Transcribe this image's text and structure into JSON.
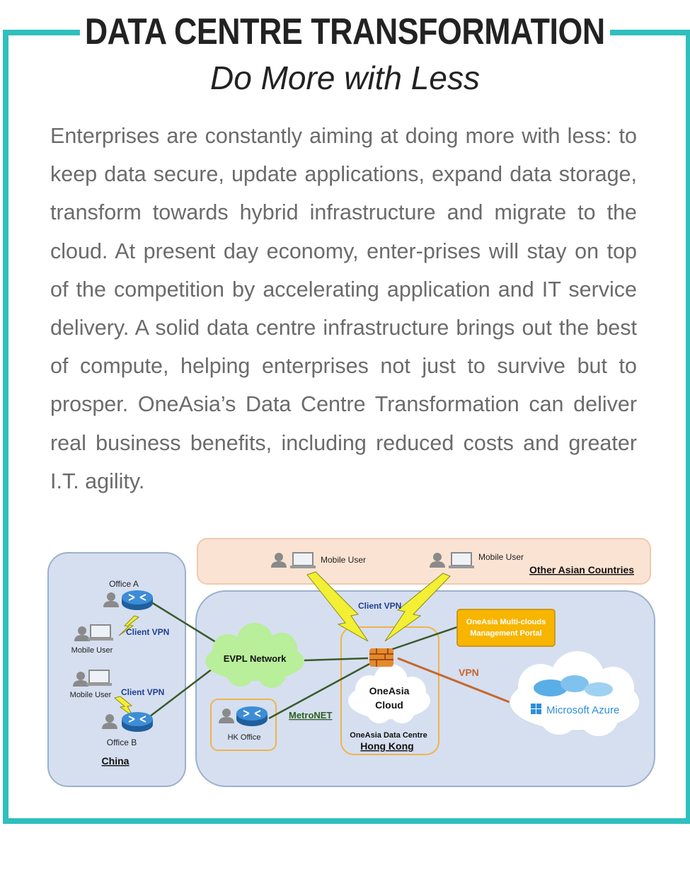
{
  "header": {
    "title": "DATA CENTRE TRANSFORMATION",
    "subtitle": "Do More with Less"
  },
  "body": {
    "paragraph": "Enterprises are constantly aiming at doing more with less: to keep data secure, update applications, expand data storage, transform towards hybrid infrastructure and migrate to the cloud. At present day economy, enter-prises will stay on top of the competition by accelerating application and IT service delivery.  A solid data centre infrastructure brings out the best of compute, helping enterprises not just to survive but to prosper.  OneAsia’s Data Centre Transformation can deliver real business benefits, including reduced costs and greater I.T. agility."
  },
  "diagram": {
    "region_china": "China",
    "region_other_asia": "Other Asian Countries",
    "office_a": "Office A",
    "office_b": "Office B",
    "mobile_user_1": "Mobile User",
    "mobile_user_2": "Mobile User",
    "mobile_user_3": "Mobile User",
    "mobile_user_4": "Mobile User",
    "client_vpn_1": "Client VPN",
    "client_vpn_2": "Client VPN",
    "client_vpn_3": "Client VPN",
    "evpl": "EVPL Network",
    "hk_office": "HK Office",
    "metronet": "MetroNET",
    "oneasia_cloud_line1": "OneAsia",
    "oneasia_cloud_line2": "Cloud",
    "dc_line1": "OneAsia Data Centre",
    "dc_line2": "Hong Kong",
    "portal_line1": "OneAsia Multi-clouds",
    "portal_line2": "Management Portal",
    "vpn": "VPN",
    "azure": "Microsoft Azure"
  },
  "colors": {
    "frame": "#2fbfbd",
    "region_fill": "#d5dff0",
    "other_asia_fill": "#fbe3d3",
    "router": "#2f7bc4",
    "cloud_green": "#b9ee9a",
    "portal_fill": "#f7b500",
    "vpn_line": "#c6662b",
    "link_green": "#3a5a2a",
    "lightning": "#f2ef34"
  }
}
